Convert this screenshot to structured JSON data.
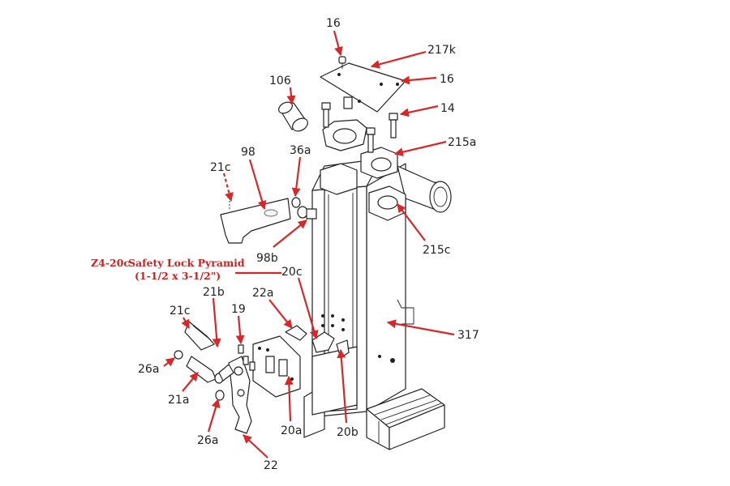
{
  "callout": {
    "code": "Z4-20c",
    "name": "Safety Lock Pyramid",
    "size": "(1-1/2 x 3-1/2\")"
  },
  "parts": [
    {
      "id": "p-16-top",
      "label": "16"
    },
    {
      "id": "p-217k",
      "label": "217k"
    },
    {
      "id": "p-16-right",
      "label": "16"
    },
    {
      "id": "p-106",
      "label": "106"
    },
    {
      "id": "p-14",
      "label": "14"
    },
    {
      "id": "p-98",
      "label": "98"
    },
    {
      "id": "p-36a",
      "label": "36a"
    },
    {
      "id": "p-215a",
      "label": "215a"
    },
    {
      "id": "p-21c-upper",
      "label": "21c"
    },
    {
      "id": "p-215c",
      "label": "215c"
    },
    {
      "id": "p-98b",
      "label": "98b"
    },
    {
      "id": "p-20c",
      "label": "20c"
    },
    {
      "id": "p-21b",
      "label": "21b"
    },
    {
      "id": "p-22a",
      "label": "22a"
    },
    {
      "id": "p-21c-lower",
      "label": "21c"
    },
    {
      "id": "p-19",
      "label": "19"
    },
    {
      "id": "p-317",
      "label": "317"
    },
    {
      "id": "p-26a-left",
      "label": "26a"
    },
    {
      "id": "p-21a",
      "label": "21a"
    },
    {
      "id": "p-20a",
      "label": "20a"
    },
    {
      "id": "p-20b",
      "label": "20b"
    },
    {
      "id": "p-26a-bottom",
      "label": "26a"
    },
    {
      "id": "p-22",
      "label": "22"
    }
  ],
  "colors": {
    "arrow": "#d92626",
    "callout_text": "#d11f1f",
    "line_art": "#222222"
  }
}
